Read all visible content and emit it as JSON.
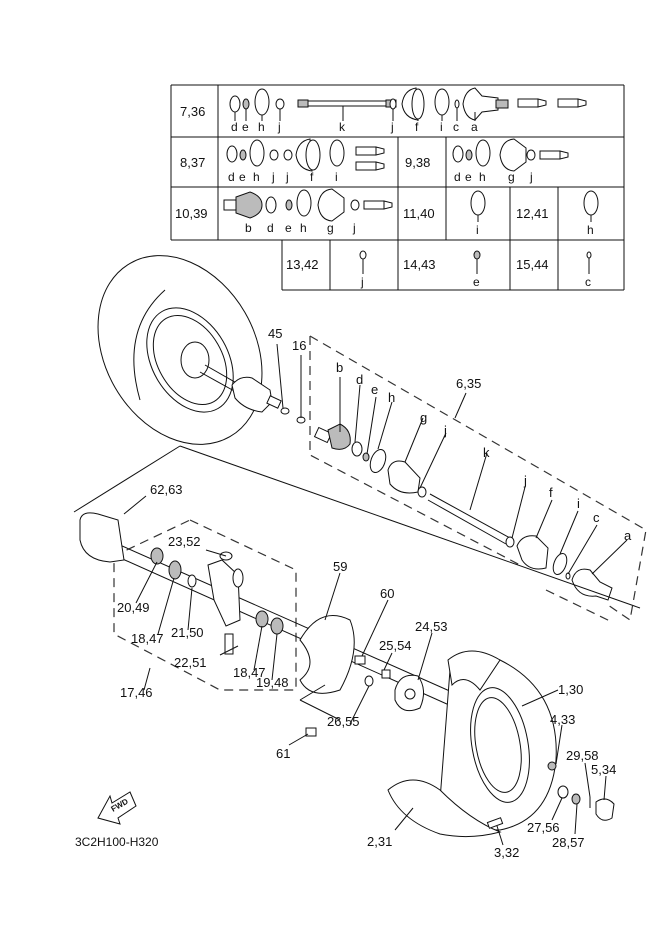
{
  "diagram": {
    "drawing_code": "3C2H100-H320",
    "direction_badge": "FWD",
    "kit_table": {
      "rows": [
        {
          "ref": "7,36",
          "parts": [
            "d",
            "e",
            "h",
            "j",
            "k",
            "j",
            "f",
            "i",
            "c",
            "a"
          ]
        },
        {
          "ref": "8,37",
          "parts": [
            "d",
            "e",
            "h",
            "j",
            "j",
            "f",
            "i"
          ]
        },
        {
          "ref": "9,38",
          "parts": [
            "d",
            "e",
            "h",
            "g",
            "j"
          ]
        },
        {
          "ref": "10,39",
          "parts": [
            "b",
            "d",
            "e",
            "h",
            "g",
            "j"
          ]
        },
        {
          "ref": "11,40",
          "parts": [
            "i"
          ]
        },
        {
          "ref": "12,41",
          "parts": [
            "h"
          ]
        },
        {
          "ref": "13,42",
          "parts": [
            "j"
          ]
        },
        {
          "ref": "14,43",
          "parts": [
            "e"
          ]
        },
        {
          "ref": "15,44",
          "parts": [
            "c"
          ]
        }
      ]
    },
    "callouts": {
      "c45": "45",
      "c16": "16",
      "c635": "6,35",
      "b": "b",
      "d": "d",
      "e": "e",
      "h": "h",
      "g": "g",
      "j1": "j",
      "k": "k",
      "j2": "j",
      "f": "f",
      "i": "i",
      "c": "c",
      "a": "a",
      "c6263": "62,63",
      "c2352": "23,52",
      "c2049": "20,49",
      "c1847a": "18,47",
      "c2150": "21,50",
      "c2251": "22,51",
      "c1847b": "18,47",
      "c1948": "19,48",
      "c1746": "17,46",
      "c59": "59",
      "c60": "60",
      "c2554": "25,54",
      "c2453": "24,53",
      "c2655": "26,55",
      "c61": "61",
      "c130": "1,30",
      "c433": "4,33",
      "c2958": "29,58",
      "c534": "5,34",
      "c2756": "27,56",
      "c2857": "28,57",
      "c332": "3,32",
      "c231": "2,31"
    }
  }
}
